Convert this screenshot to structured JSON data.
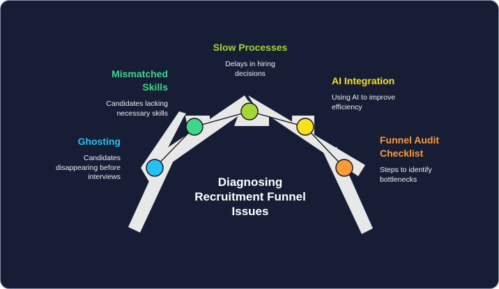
{
  "title": "Diagnosing Recruitment Funnel Issues",
  "title_lines": [
    "Diagnosing",
    "Recruitment Funnel",
    "Issues"
  ],
  "colors": {
    "background": "#171d35",
    "beam": "#e8e8e8",
    "connector": "#111111",
    "text": "#ffffff"
  },
  "items": [
    {
      "id": "ghosting",
      "heading": "Ghosting",
      "heading_lines": [
        "Ghosting"
      ],
      "description_lines": [
        "Candidates",
        "disappearing before",
        "interviews"
      ],
      "color": "#27c0f5"
    },
    {
      "id": "mismatched-skills",
      "heading": "Mismatched Skills",
      "heading_lines": [
        "Mismatched",
        "Skills"
      ],
      "description_lines": [
        "Candidates lacking",
        "necessary skills"
      ],
      "color": "#3fd68a"
    },
    {
      "id": "slow-processes",
      "heading": "Slow Processes",
      "heading_lines": [
        "Slow Processes"
      ],
      "description_lines": [
        "Delays in hiring",
        "decisions"
      ],
      "color": "#a3d637"
    },
    {
      "id": "ai-integration",
      "heading": "AI Integration",
      "heading_lines": [
        "AI Integration"
      ],
      "description_lines": [
        "Using AI to improve",
        "efficiency"
      ],
      "color": "#f6e11c"
    },
    {
      "id": "funnel-audit-checklist",
      "heading": "Funnel Audit Checklist",
      "heading_lines": [
        "Funnel Audit",
        "Checklist"
      ],
      "description_lines": [
        "Steps to identify",
        "bottlenecks"
      ],
      "color": "#f79b3c"
    }
  ]
}
